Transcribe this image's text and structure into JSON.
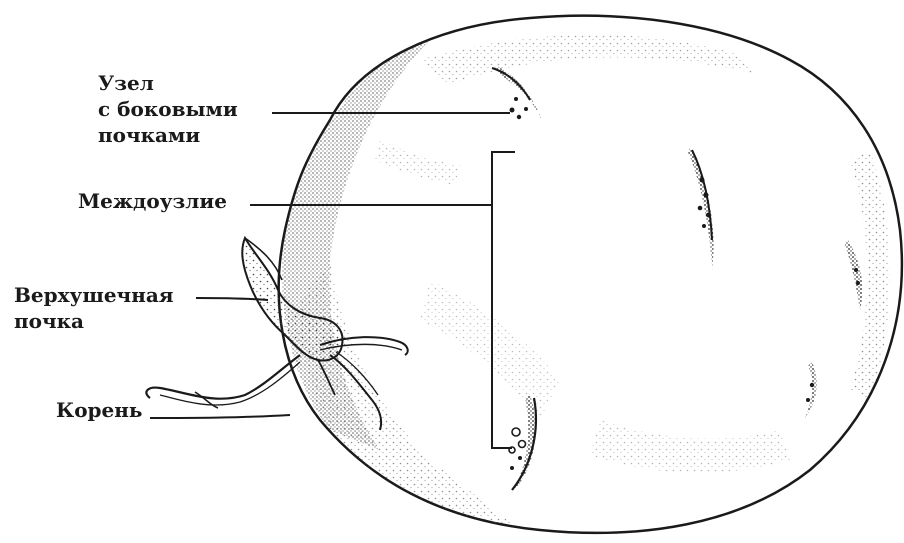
{
  "labels": {
    "node": {
      "line1": "Узел",
      "line2": "с боковыми",
      "line3": "почками"
    },
    "internode": "Междоузлие",
    "apical_bud": {
      "line1": "Верхушечная",
      "line2": "почка"
    },
    "root": "Корень"
  },
  "colors": {
    "ink": "#1a1a1a",
    "background": "#ffffff"
  }
}
